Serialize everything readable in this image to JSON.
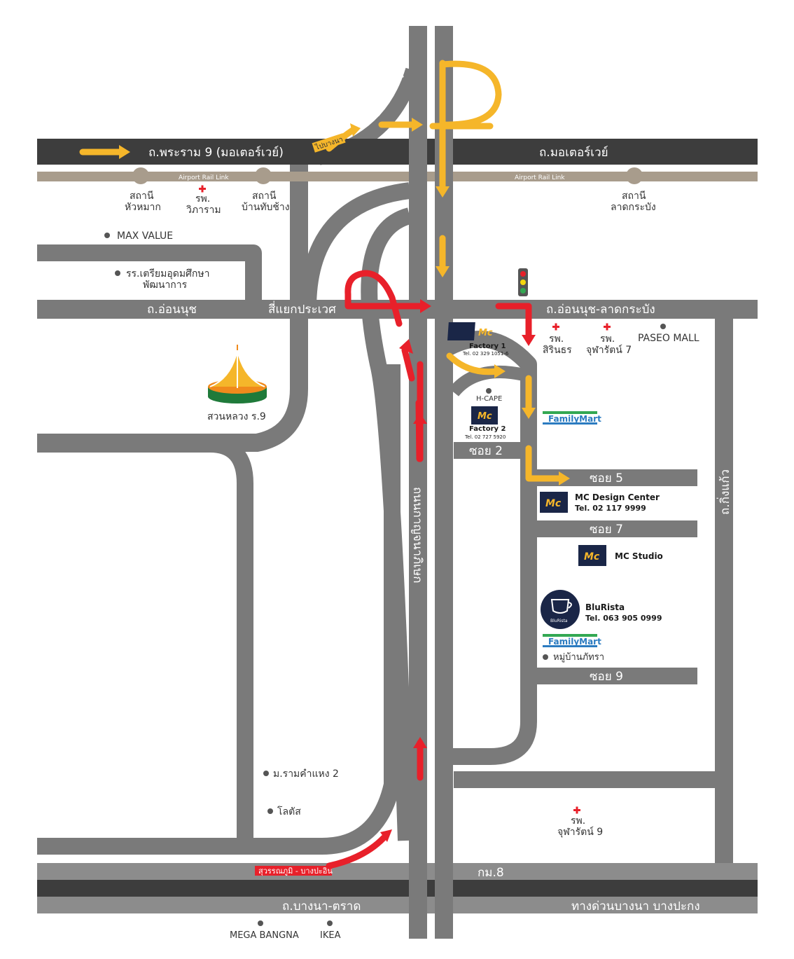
{
  "roads": {
    "rama9_motorway_west": "ถ.พระราม 9 (มอเตอร์เวย์)",
    "motorway_east": "ถ.มอเตอร์เวย์",
    "onnut_west": "ถ.อ่อนนุช",
    "prawet_junction": "สี่แยกประเวศ",
    "onnut_lat_krabang": "ถ.อ่อนนุช-ลาดกระบัง",
    "kanchanaphisek": "ถนนกาญจนาภิเษก",
    "bang_pa_in": "บางปะอิน",
    "to_bangna": "ไปบางนา",
    "km8": "กม.8",
    "bangna_trat": "ถ.บางนา-ตราด",
    "bangna_expressway": "ทางด่วนบางนา บางปะกง",
    "suvarnabhumi_route": "สุวรรณภูมิ - บางปะอิน",
    "king_kaeo": "ถ.กิ่งแก้ว",
    "soi2": "ซอย 2",
    "soi5": "ซอย 5",
    "soi7": "ซอย 7",
    "soi9": "ซอย 9"
  },
  "rail": {
    "label_west": "Airport Rail Link",
    "label_east": "Airport Rail Link",
    "station_hua_mak_1": "สถานี",
    "station_hua_mak_2": "หัวหมาก",
    "station_ban_thap_chang_1": "สถานี",
    "station_ban_thap_chang_2": "บ้านทับช้าง",
    "station_lat_krabang_1": "สถานี",
    "station_lat_krabang_2": "ลาดกระบัง"
  },
  "places": {
    "max_value": "MAX VALUE",
    "school_1": "รร.เตรียมอุดมศึกษา",
    "school_2": "พัฒนาการ",
    "suan_luang": "สวนหลวง ร.9",
    "hospital_vibharam_1": "รพ.",
    "hospital_vibharam_2": "วิภาราม",
    "hospital_sirindhorn_1": "รพ.",
    "hospital_sirindhorn_2": "สิรินธร",
    "hospital_chularat7_1": "รพ.",
    "hospital_chularat7_2": "จุฬารัตน์ 7",
    "paseo_mall": "PASEO MALL",
    "h_cape": "H-CAPE",
    "family_mart_1": "FamilyMart",
    "family_mart_2": "FamilyMart",
    "village_pattra": "หมู่บ้านภัทรา",
    "ramkhamhaeng_univ_2": "ม.รามคำแหง 2",
    "lotus": "โลตัส",
    "hospital_chularat9_1": "รพ.",
    "hospital_chularat9_2": "จุฬารัตน์ 9",
    "mega_bangna": "MEGA BANGNA",
    "ikea": "IKEA"
  },
  "mc_locations": {
    "factory1_name": "Factory 1",
    "factory1_tel": "Tel. 02 329 1051-6",
    "factory2_name": "Factory 2",
    "factory2_tel": "Tel. 02 727 5920",
    "design_center_name": "MC Design Center",
    "design_center_tel": "Tel. 02 117 9999",
    "studio_name": "MC Studio",
    "blurista_name": "BluRista",
    "blurista_tel": "Tel. 063 905 0999",
    "blurista_logo_text": "BluRista",
    "mc_logo_text": "Mc"
  },
  "icons": {
    "traffic_light": "traffic-light-icon",
    "hospital": "hospital-cross-icon",
    "poi": "poi-dot-icon",
    "park": "park-pavilion-icon",
    "mc_logo": "mc-logo-icon",
    "cafe": "coffee-cup-icon"
  },
  "colors": {
    "road": "#7a7a7a",
    "motorway": "#3d3d3d",
    "rail": "#a89c8c",
    "route_yellow": "#f5b62a",
    "route_red": "#e8202a",
    "logo_navy": "#1a2647",
    "familymart_green": "#33a852",
    "familymart_blue": "#2b7bc0"
  }
}
